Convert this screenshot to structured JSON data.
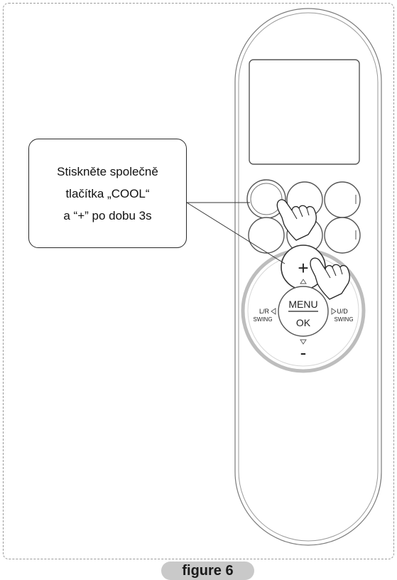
{
  "callout": {
    "line1": "Stiskněte společně",
    "line2": "tlačítka „COOL“",
    "line3": "a “+” po dobu 3s"
  },
  "remote": {
    "plus_label": "+",
    "minus_label": "-",
    "menu_label": "MENU",
    "ok_label": "OK",
    "lr_label_1": "L/R",
    "lr_label_2": "SWING",
    "ud_label_1": "U/D",
    "ud_label_2": "SWING"
  },
  "caption": {
    "text": "figure 6"
  }
}
